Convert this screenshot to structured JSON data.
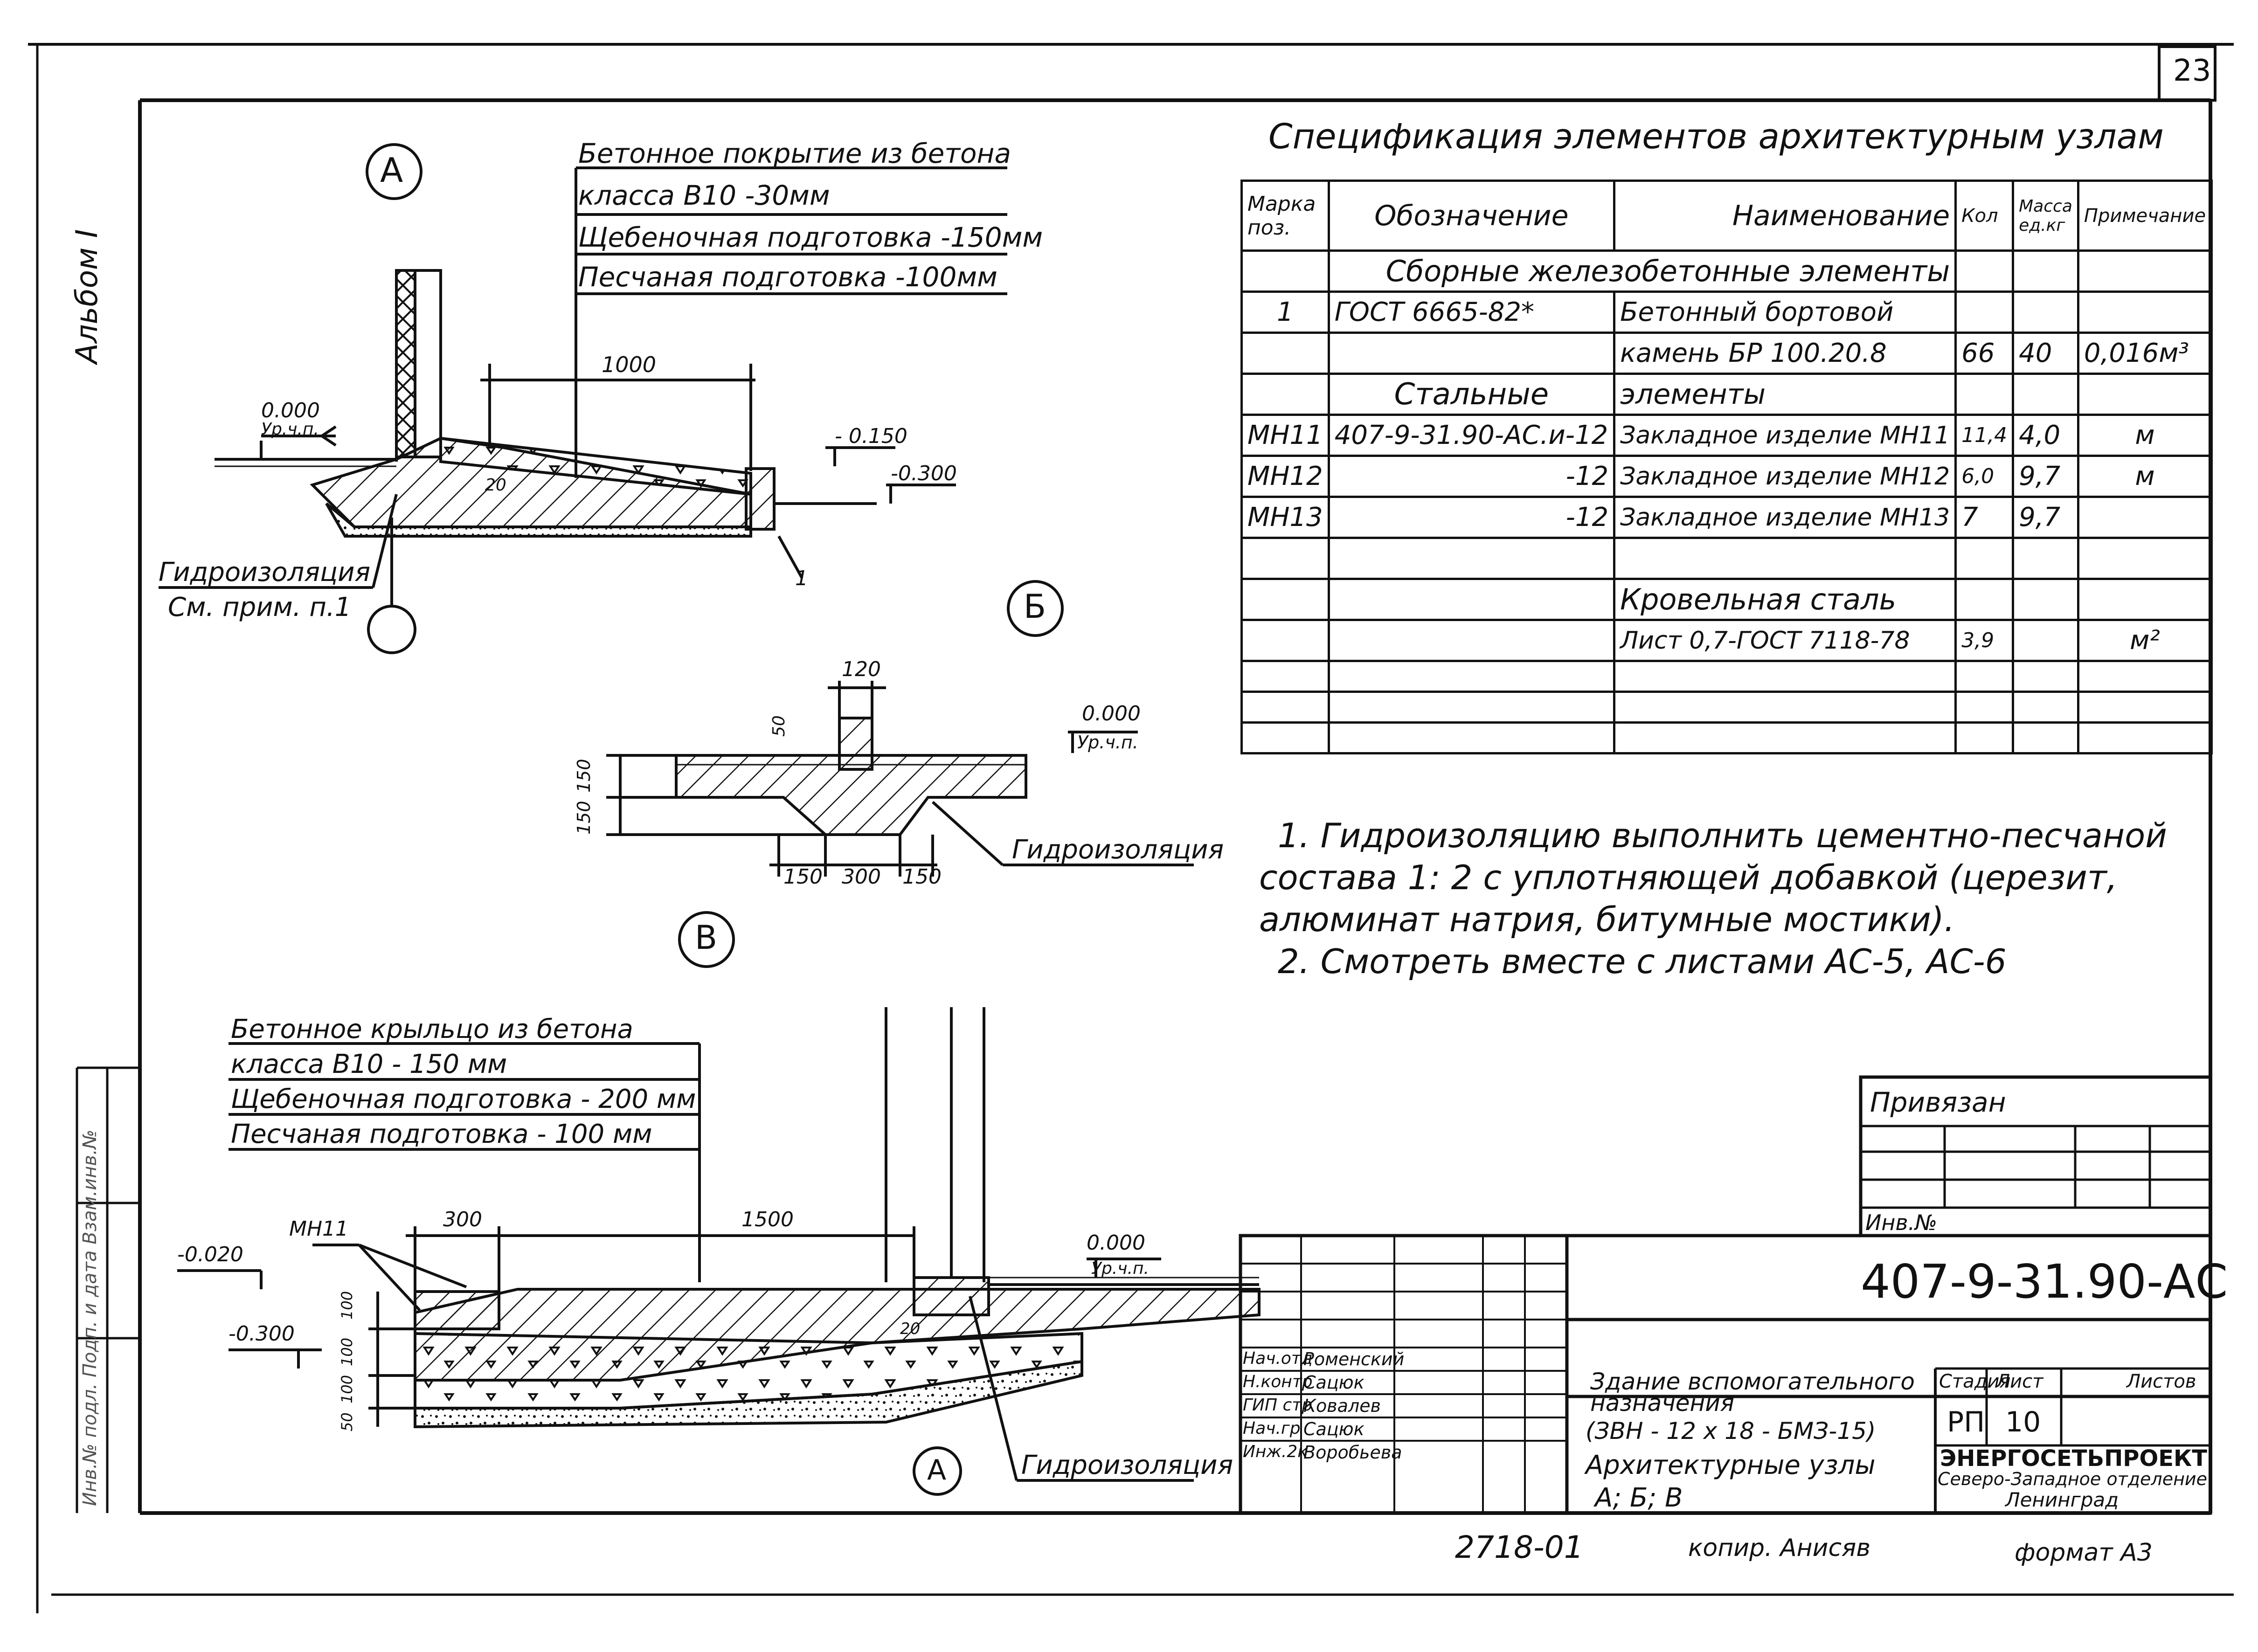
{
  "sheet": {
    "number": "23",
    "album": "Альбом I",
    "inventory_strip": "Инв.№ подл.   Подп. и дата   Взам.инв.№",
    "footer_code": "2718-01",
    "footer_copy": "копир. Анисяв",
    "footer_format": "формат А3"
  },
  "node_a": {
    "label": "А",
    "layers": [
      "Бетонное покрытие из бетона",
      "класса В10              -30мм",
      "Щебеночная подготовка -150мм",
      "Песчаная подготовка    -100мм"
    ],
    "dim_1000": "1000",
    "dim_20": "20",
    "level_000": "0.000",
    "level_upp": "Ур.ч.п.",
    "level_150": "- 0.150",
    "level_300": "-0.300",
    "hydro": "Гидроизоляция",
    "note_ref": "См. прим. п.1",
    "mark_1": "1"
  },
  "node_b": {
    "label": "Б",
    "dim_120": "120",
    "dim_50": "50",
    "dim_150a": "150",
    "dim_150b": "150",
    "dim_150c": "150",
    "dim_300": "300",
    "dim_150d": "150",
    "level_000": "0.000",
    "level_upp": "Ур.ч.п.",
    "hydro": "Гидроизоляция"
  },
  "node_v": {
    "label": "В",
    "layers": [
      "Бетонное крыльцо из бетона",
      "класса В10               - 150 мм",
      "Щебеночная подготовка - 200 мм",
      "Песчаная подготовка   - 100 мм"
    ],
    "mark_mn": "МН11",
    "dim_300": "300",
    "dim_1500": "1500",
    "dim_20": "20",
    "level_020": "-0.020",
    "level_300": "-0.300",
    "level_000": "0.000",
    "level_upp": "Ур.ч.п.",
    "vert_dims": [
      "100",
      "100",
      "100",
      "50"
    ],
    "hydro": "Гидроизоляция",
    "ref_a": "А"
  },
  "spec": {
    "title": "Спецификация элементов архитектурным узлам",
    "headers": [
      "Марка поз.",
      "Обозначение",
      "Наименование",
      "Кол",
      "Масса ед.кг",
      "Примечание"
    ],
    "rows": [
      [
        "",
        "Сборные   железобетонные  элементы",
        "",
        "",
        "",
        ""
      ],
      [
        "1",
        "ГОСТ 6665-82*",
        "Бетонный бортовой",
        "",
        "",
        ""
      ],
      [
        "",
        "",
        "камень БР 100.20.8",
        "66",
        "40",
        "0,016м³"
      ],
      [
        "",
        "Стальные",
        "элементы",
        "",
        "",
        ""
      ],
      [
        "МН11",
        "407-9-31.90-АС.и-12",
        "Закладное изделие МН11",
        "11,4",
        "4,0",
        "м"
      ],
      [
        "МН12",
        "-12",
        "Закладное изделие МН12",
        "6,0",
        "9,7",
        "м"
      ],
      [
        "МН13",
        "-12",
        "Закладное изделие МН13",
        "7",
        "9,7",
        ""
      ],
      [
        "",
        "",
        "",
        "",
        "",
        ""
      ],
      [
        "",
        "",
        "Кровельная  сталь",
        "",
        "",
        ""
      ],
      [
        "",
        "",
        "Лист 0,7-ГОСТ 7118-78",
        "3,9",
        "",
        "м²"
      ],
      [
        "",
        "",
        "",
        "",
        "",
        ""
      ],
      [
        "",
        "",
        "",
        "",
        "",
        ""
      ],
      [
        "",
        "",
        "",
        "",
        "",
        ""
      ]
    ]
  },
  "notes": [
    "1. Гидроизоляцию выполнить цементно-песчаной",
    "состава  1: 2  с уплотняющей добавкой (церезит,",
    "алюминат натрия, битумные мостики).",
    "2. Смотреть вместе с листами АС-5, АС-6"
  ],
  "stamp": {
    "privyazan": "Привязан",
    "inv": "Инв.№",
    "code": "407-9-31.90-АС",
    "roles": [
      "Нач.отд",
      "Н.контр",
      "ГИП стр",
      "Нач.гр",
      "Инж.2к"
    ],
    "names": [
      "Роменский",
      "Сацюк",
      "Ковалев",
      "Сацюк",
      "Воробьева"
    ],
    "building": "Здание  вспомогательного назначения",
    "building_code": "(ЗВН - 12 х 18  - БМЗ-15)",
    "sheet_title_1": "Архитектурные  узлы",
    "sheet_title_2": "А; Б; В",
    "stage_h": "Стадия",
    "list_h": "Лист",
    "lists_h": "Листов",
    "stage": "РП",
    "list": "10",
    "org_1": "ЭНЕРГОСЕТЬПРОЕКТ",
    "org_2": "Северо-Западное отделение",
    "org_3": "Ленинград"
  }
}
